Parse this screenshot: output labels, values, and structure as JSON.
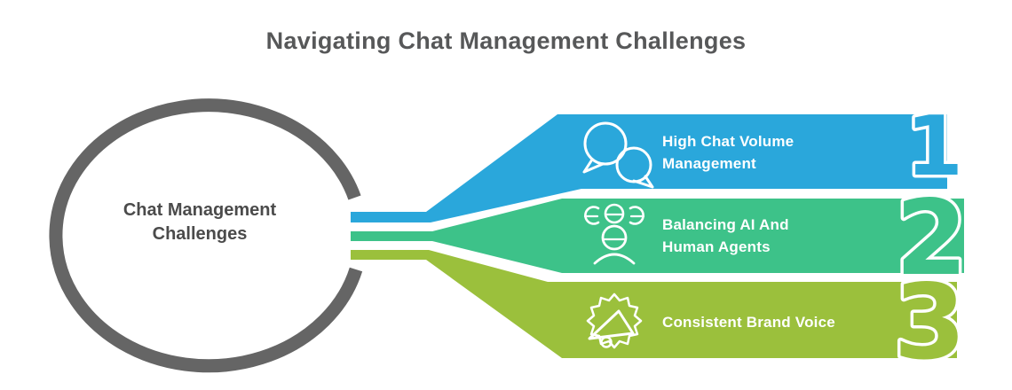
{
  "title": "Navigating Chat Management Challenges",
  "colors": {
    "blue": "#2aa7db",
    "teal": "#3dc289",
    "green": "#9bc03c",
    "circle_gray": "#656565",
    "title_gray": "#575859",
    "circle_text": "#4b4b4b",
    "banner_text": "#ffffff"
  },
  "circle": {
    "lines": [
      "Chat",
      "Management",
      "Challenges"
    ]
  },
  "items": [
    {
      "number": "1",
      "icon": "chat-bubbles-icon",
      "color": "#2aa7db",
      "title_lines": [
        "High Chat Volume",
        "Management"
      ]
    },
    {
      "number": "2",
      "icon": "team-icon",
      "color": "#3dc289",
      "title_lines": [
        "Balancing AI And",
        "Human Agents"
      ]
    },
    {
      "number": "3",
      "icon": "megaphone-starburst-icon",
      "color": "#9bc03c",
      "title_lines": [
        "Consistent Brand Voice"
      ]
    }
  ]
}
